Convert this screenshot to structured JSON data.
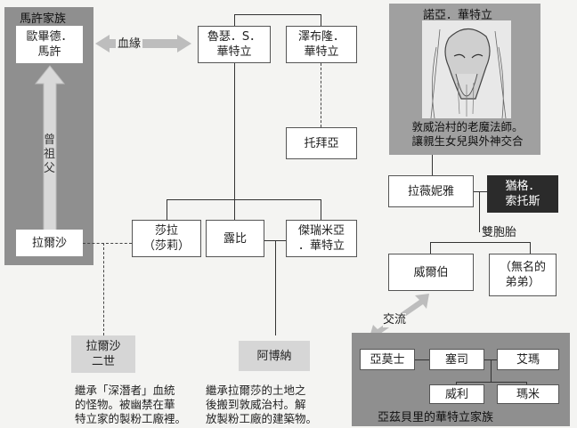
{
  "left_panel": {
    "title": "馬許家族",
    "top_person": "歐畢德．\n馬許",
    "arrow_label": "曾\n祖\n父",
    "bottom_person": "拉爾沙"
  },
  "blood_label": "血緣",
  "top_nodes": {
    "ruth": "魯瑟．S．\n華特立",
    "zebulon": "澤布隆．\n華特立"
  },
  "tobias": "托拜亞",
  "middle_nodes": {
    "sarah": "莎拉\n（莎莉）",
    "lubi": "露比",
    "jeremiah": "傑瑞米亞\n．華特立"
  },
  "bottom_nodes": {
    "larsa2": "拉爾沙\n二世",
    "abner": "阿博納"
  },
  "notes": {
    "larsa2": "繼承「深潛者」血統\n的怪物。被幽禁在華\n特立家的製粉工廠裡。",
    "abner": "繼承拉爾莎的土地之\n後搬到敦威治村。解\n放製粉工廠的建築物。"
  },
  "noah": {
    "title": "諾亞．華特立",
    "caption": "敦威治村的老魔法師。\n讓親生女兒與外神交合"
  },
  "right_nodes": {
    "lavinia": "拉薇妮雅",
    "yog": "猶格．\n索托斯",
    "twins_label": "雙胞胎",
    "wilbur": "威爾伯",
    "nameless": "（無名的\n弟弟）"
  },
  "exchange_label": "交流",
  "azbury": {
    "title": "亞茲貝里的華特立家族",
    "members": [
      "亞莫士",
      "塞司",
      "艾瑪",
      "威利",
      "瑪米"
    ]
  }
}
